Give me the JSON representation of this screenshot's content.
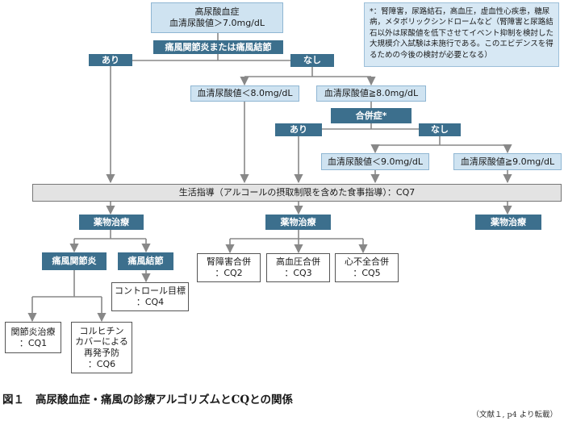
{
  "note": "*：腎障害，尿路結石，高血圧，虚血性心疾患，糖尿病，メタボリックシンドロームなど（腎障害と尿路結石以外は尿酸値を低下させてイベント抑制を検討した大規模介入試験は未施行である。このエビデンスを得るための今後の検討が必要となる）",
  "nodes": {
    "top": "高尿酸血症\n血清尿酸値＞7.0mg/dL",
    "gout_question": "痛風関節炎または痛風結節",
    "yes1": "あり",
    "no1": "なし",
    "ua_lt8": "血清尿酸値＜8.0mg/dL",
    "ua_ge8": "血清尿酸値≧8.0mg/dL",
    "complication": "合併症*",
    "yes2": "あり",
    "no2": "なし",
    "ua_lt9": "血清尿酸値＜9.0mg/dL",
    "ua_ge9": "血清尿酸値≧9.0mg/dL",
    "lifestyle": "生活指導（アルコールの摂取制限を含めた食事指導）：CQ7",
    "drug1": "薬物治療",
    "drug2": "薬物治療",
    "drug3": "薬物治療",
    "arthritis": "痛風関節炎",
    "tophus": "痛風結節",
    "renal": "腎障害合併\n：CQ2",
    "htn": "高血圧合併\n：CQ3",
    "heart": "心不全合併\n：CQ5",
    "control": "コントロール目標\n：CQ4",
    "arthritis_tx": "関節炎治療\n：CQ1",
    "colchicine": "コルヒチン\nカバーによる\n再発予防\n：CQ6"
  },
  "caption": {
    "number": "図１",
    "text": "高尿酸血症・痛風の診療アルゴリズムとCQとの関係"
  },
  "source": "（文献１, p4 より転載）",
  "colors": {
    "dark_box": "#3c6f8d",
    "light_box": "#cfe3f1",
    "line": "#888888"
  }
}
